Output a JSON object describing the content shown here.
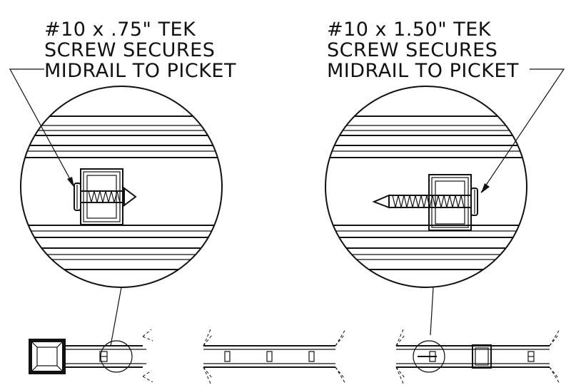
{
  "callouts": {
    "left": {
      "line1": "#10 x .75\" TEK",
      "line2": "SCREW SECURES",
      "line3": "MIDRAIL TO PICKET"
    },
    "right": {
      "line1": "#10 x 1.50\" TEK",
      "line2": "SCREW SECURES",
      "line3": "MIDRAIL TO PICKET"
    }
  },
  "colors": {
    "line": "#111111",
    "background": "#ffffff"
  }
}
